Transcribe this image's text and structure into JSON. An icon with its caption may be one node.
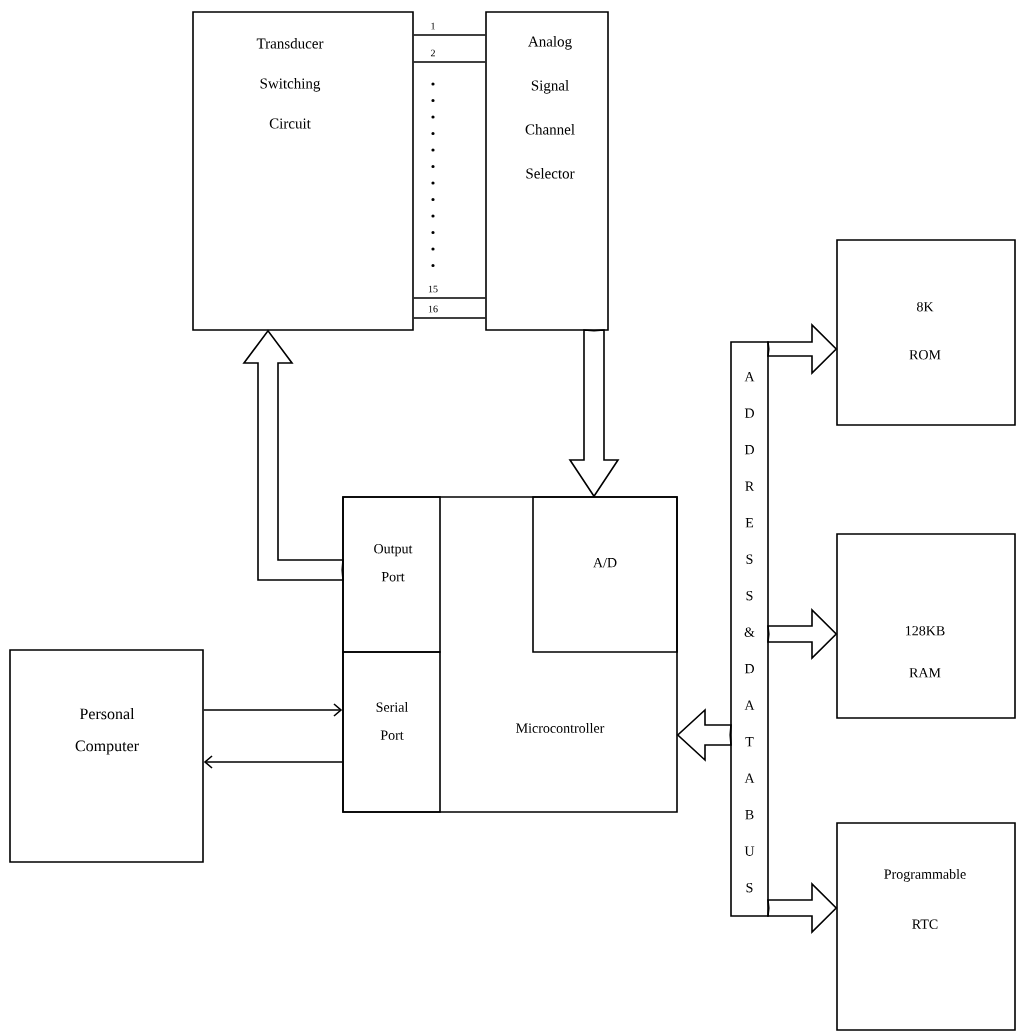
{
  "diagram": {
    "nodes": [
      {
        "text": [
          "Transducer Switching Circuit"
        ]
      },
      {
        "text": [
          "Analog Signal Channel Selector"
        ]
      },
      {
        "text": [
          "Microcontroller"
        ]
      },
      {
        "text": [
          "Output Port"
        ],
        "in": 2
      },
      {
        "text": [
          "A/D"
        ],
        "in": 2
      },
      {
        "text": [
          "Serial Port"
        ],
        "in": 2
      },
      {
        "text": [
          "Personal Computer"
        ]
      },
      {
        "text": [
          "8K ROM"
        ]
      },
      {
        "text": [
          "128KB RAM"
        ]
      },
      {
        "text": [
          "Programmable RTC"
        ]
      },
      {
        "text": [
          "ADDRESS & DATA BUS"
        ]
      }
    ],
    "edges": [
      {
        "from": 0,
        "to": 1,
        "arrow": "none",
        "label": "1"
      },
      {
        "from": 0,
        "to": 1,
        "arrow": "none",
        "label": "2"
      },
      {
        "from": 0,
        "to": 1,
        "arrow": "none",
        "label": "15"
      },
      {
        "from": 0,
        "to": 1,
        "arrow": "none",
        "label": "16"
      },
      {
        "from": 3,
        "to": 0,
        "arrow": "to"
      },
      {
        "from": 1,
        "to": 4,
        "arrow": "to"
      },
      {
        "from": 6,
        "to": 5,
        "arrow": "to"
      },
      {
        "from": 5,
        "to": 6,
        "arrow": "to"
      },
      {
        "from": 10,
        "to": 2,
        "arrow": "to"
      },
      {
        "from": 10,
        "to": 7,
        "arrow": "to"
      },
      {
        "from": 10,
        "to": 8,
        "arrow": "to"
      },
      {
        "from": 10,
        "to": 9,
        "arrow": "to"
      }
    ]
  }
}
